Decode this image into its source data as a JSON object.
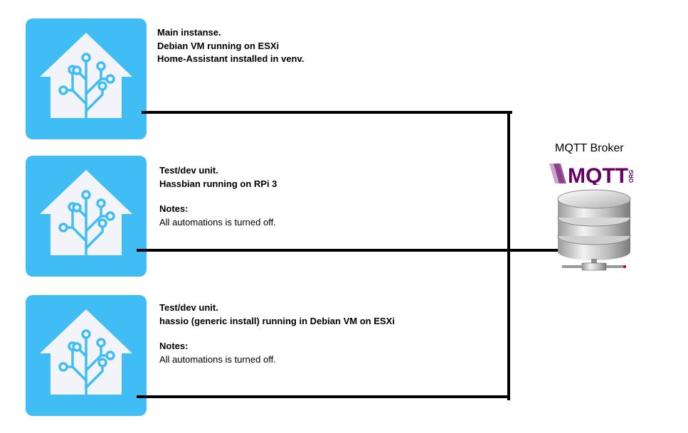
{
  "nodes": [
    {
      "id": "main",
      "lines": [
        "Main instanse.",
        "Debian VM running on ESXi",
        "Home-Assistant installed in venv."
      ]
    },
    {
      "id": "rpi",
      "lines": [
        "Test/dev unit.",
        "Hassbian running on RPi 3"
      ],
      "notes_label": "Notes:",
      "notes_text": "All automations is turned off."
    },
    {
      "id": "hassio",
      "lines": [
        "Test/dev unit.",
        "hassio (generic install) running in Debian VM on ESXi"
      ],
      "notes_label": "Notes:",
      "notes_text": "All automations is turned off."
    }
  ],
  "broker": {
    "title": "MQTT Broker",
    "logo_text": "MQTT",
    "logo_suffix": "ORG"
  },
  "icons": {
    "home_assistant": "home-assistant-icon",
    "server": "database-server-icon"
  },
  "colors": {
    "ha_blue": "#41BDF5",
    "house_white": "#F2F4F9",
    "circuit": "#41BDF5",
    "mqtt_purple": "#660066",
    "wire": "#000000"
  }
}
